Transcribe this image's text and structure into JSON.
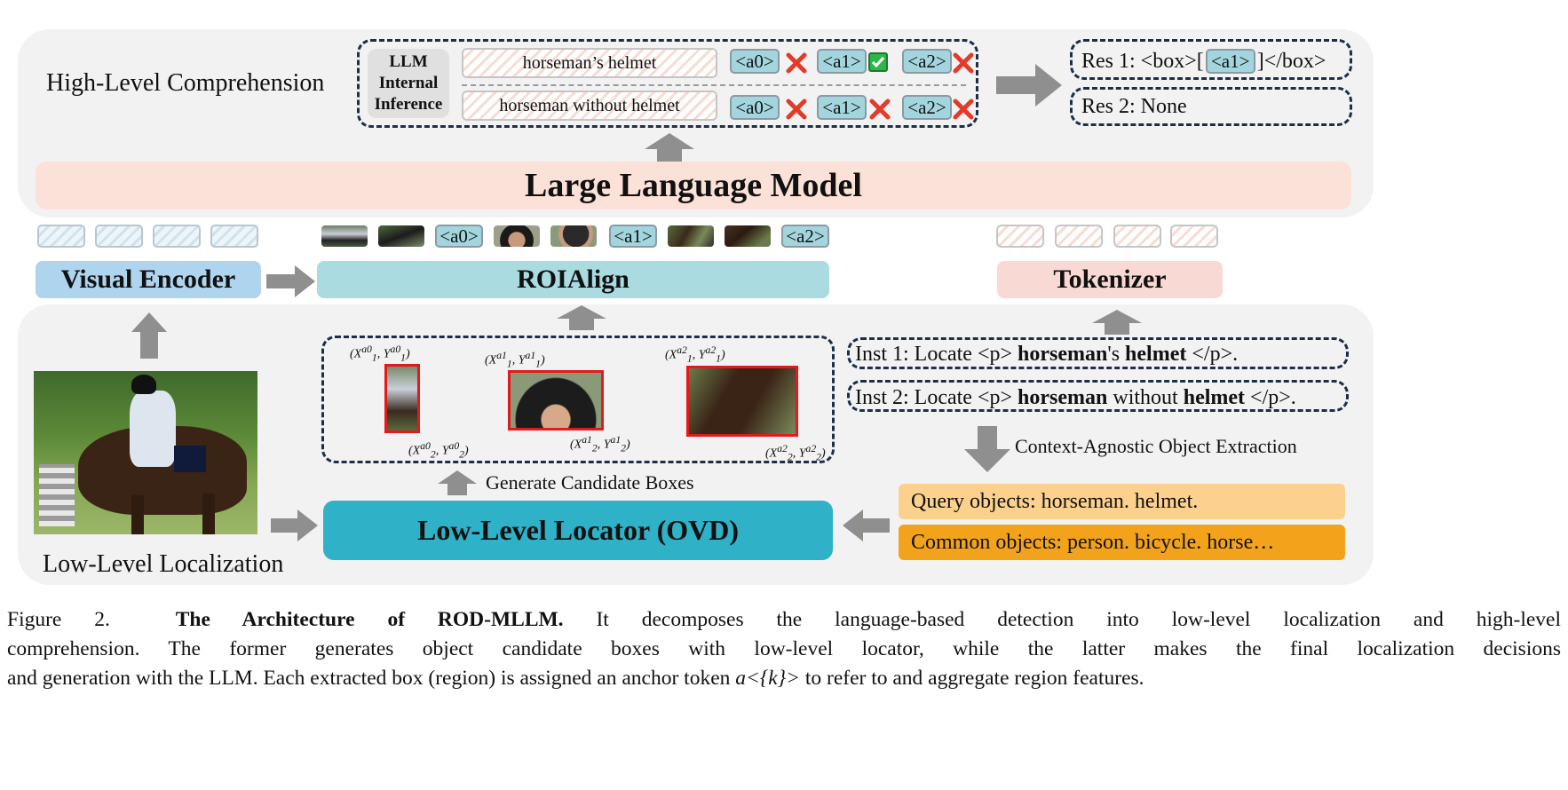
{
  "high_level_label": "High-Level Comprehension",
  "low_level_label": "Low-Level Localization",
  "llm_title": "Large Language Model",
  "llm_internal": [
    "LLM",
    "Internal",
    "Inference"
  ],
  "queries": [
    "horseman’s helmet",
    "horseman without helmet"
  ],
  "anchors": [
    "<a0>",
    "<a1>",
    "<a2>"
  ],
  "results": {
    "res1_prefix": "Res 1: <box>[",
    "res1_token": "<a1>",
    "res1_suffix": "]</box>",
    "res2": "Res 2: None"
  },
  "visual_encoder": "Visual Encoder",
  "roialign": "ROIAlign",
  "tokenizer": "Tokenizer",
  "locator": "Low-Level Locator (OVD)",
  "generate_label": "Generate Candidate Boxes",
  "extraction_label": "Context-Agnostic Object Extraction",
  "inst1": {
    "pre": "Inst 1: Locate <p> ",
    "b1": "horseman",
    "mid": "'s ",
    "b2": "helmet",
    "post": " </p>."
  },
  "inst2": {
    "pre": "Inst 2: Locate <p> ",
    "b1": "horseman",
    "mid": " without ",
    "b2": "helmet",
    "post": " </p>."
  },
  "query_objects": "Query objects: horseman. helmet.",
  "common_objects": "Common objects: person. bicycle. horse…",
  "coords": {
    "a0_top": [
      "(X",
      "a0",
      "1",
      ", Y",
      "a0",
      "1",
      ")"
    ],
    "a0_bot": [
      "(X",
      "a0",
      "2",
      ", Y",
      "a0",
      "2",
      ")"
    ],
    "a1_top": [
      "(X",
      "a1",
      "1",
      ", Y",
      "a1",
      "1",
      ")"
    ],
    "a1_bot": [
      "(X",
      "a1",
      "2",
      ", Y",
      "a1",
      "2",
      ")"
    ],
    "a2_top": [
      "(X",
      "a2",
      "1",
      ", Y",
      "a2",
      "1",
      ")"
    ],
    "a2_bot": [
      "(X",
      "a2",
      "2",
      ", Y",
      "a2",
      "2",
      ")"
    ]
  },
  "caption": {
    "label": "Figure 2.",
    "bold": "The Architecture of ROD-MLLM.",
    "line1": "It decomposes the language-based detection into low-level localization and high-level",
    "line2": "comprehension. The former generates object candidate boxes with low-level locator, while the latter makes the final localization decisions",
    "line3_pre": "and generation with the LLM. Each extracted box (region) is assigned an anchor token ",
    "line3_math": "a<{k}>",
    "line3_post": " to refer to and aggregate region features."
  },
  "colors": {
    "visual_encoder": "#aed4ee",
    "roialign": "#a9dbe1",
    "tokenizer": "#f8d9d3",
    "llm": "#fbe1d7",
    "locator": "#2fb1c7",
    "query": "#fcd18e",
    "common": "#f3a21b",
    "box_red": "#e31a1a"
  }
}
